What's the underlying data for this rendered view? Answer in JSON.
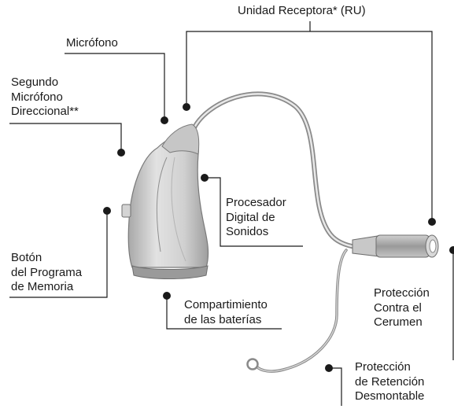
{
  "labels": {
    "receiver_unit": "Unidad Receptora* (RU)",
    "microphone": "Micrófono",
    "second_microphone": [
      "Segundo",
      "Micrófono",
      "Direccional**"
    ],
    "digital_processor": [
      "Procesador",
      "Digital de",
      "Sonidos"
    ],
    "program_button": [
      "Botón",
      "del Programa",
      "de Memoria"
    ],
    "battery_compartment": [
      "Compartimiento",
      "de las baterías"
    ],
    "wax_guard": [
      "Protección",
      "Contra el",
      "Cerumen"
    ],
    "retention_guard": [
      "Protección",
      "de Retención",
      "Desmontable"
    ]
  },
  "colors": {
    "line": "#1a1a1a",
    "device_body": "#d6d6d6",
    "device_shadow": "#a9a9a9",
    "receiver": "#b5b5b5"
  }
}
